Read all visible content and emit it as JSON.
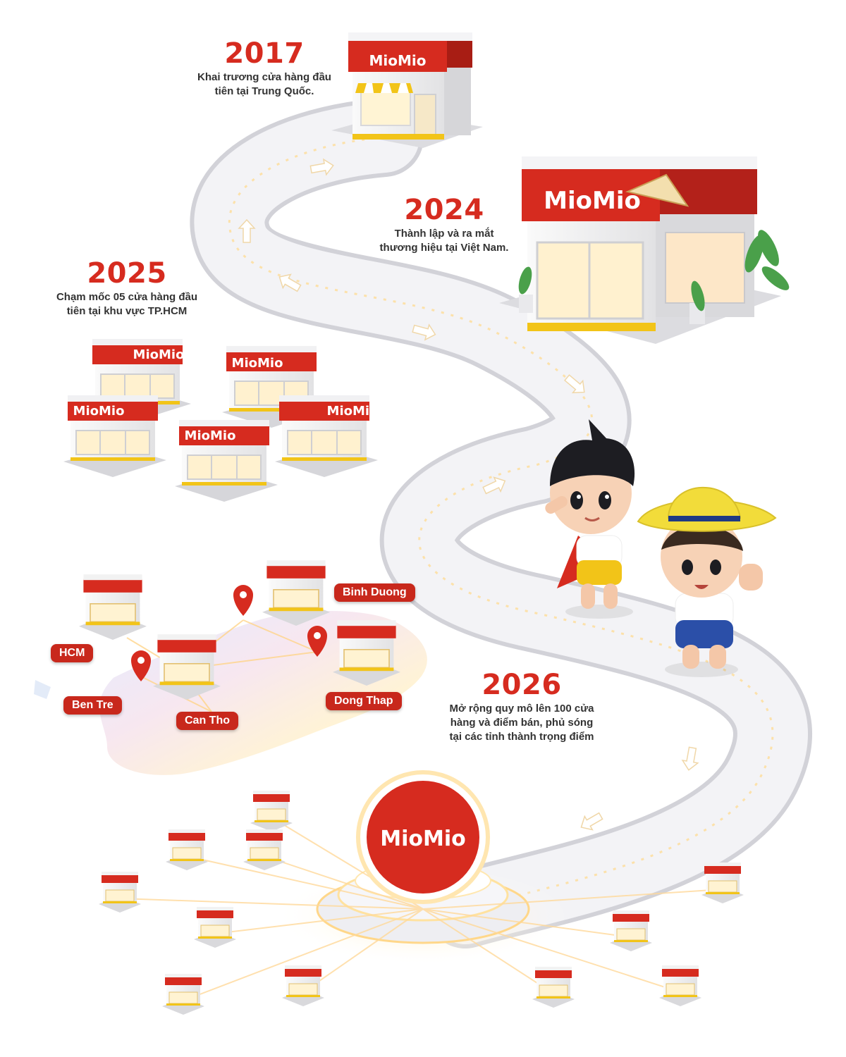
{
  "brand": {
    "name": "MioMio",
    "primary_color": "#d62b1f",
    "accent_yellow": "#f2c418"
  },
  "milestones": [
    {
      "year": "2017",
      "text_lines": [
        "Khai trương cửa hàng đầu",
        "tiên tại Trung Quốc."
      ]
    },
    {
      "year": "2024",
      "text_lines": [
        "Thành lập và ra mắt",
        "thương hiệu tại Việt Nam."
      ]
    },
    {
      "year": "2025",
      "text_lines": [
        "Chạm mốc 05 cửa hàng đầu",
        "tiên tại khu vực TP.HCM"
      ]
    },
    {
      "year": "2026",
      "text_lines": [
        "Mở rộng quy mô lên 100 cửa",
        "hàng và điểm bán, phủ sóng",
        "tại các tỉnh thành trọng điểm"
      ]
    }
  ],
  "map_locations": [
    "Binh Duong",
    "HCM",
    "Ben Tre",
    "Can Tho",
    "Dong Thap"
  ],
  "hub": {
    "label": "MioMio"
  },
  "mascots": [
    "hero-mascot",
    "farmer-mascot"
  ]
}
